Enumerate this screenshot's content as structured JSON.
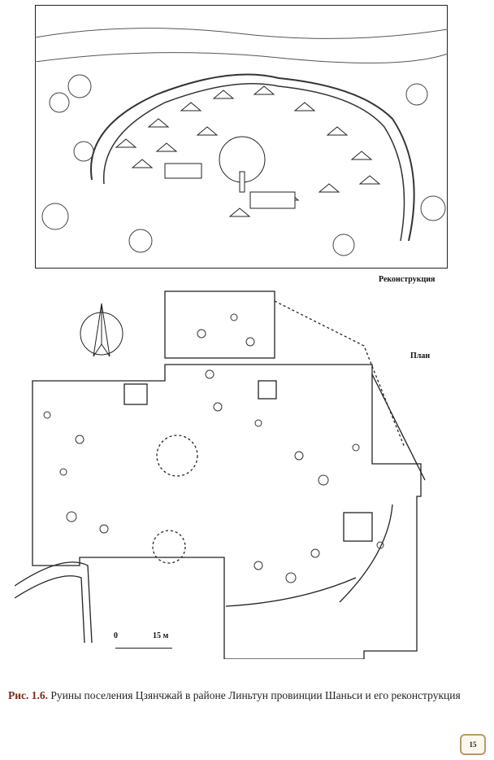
{
  "figure": {
    "reconstruction_label": "Реконструкция",
    "plan_label": "План",
    "scale_bar": {
      "start": "0",
      "end": "15 м"
    }
  },
  "caption": {
    "figure_number": "Рис. 1.6.",
    "text": "Руины поселения Цзянчжай в районе Линьтун провинции Шаньси и его реконструкция"
  },
  "page_number": "15"
}
